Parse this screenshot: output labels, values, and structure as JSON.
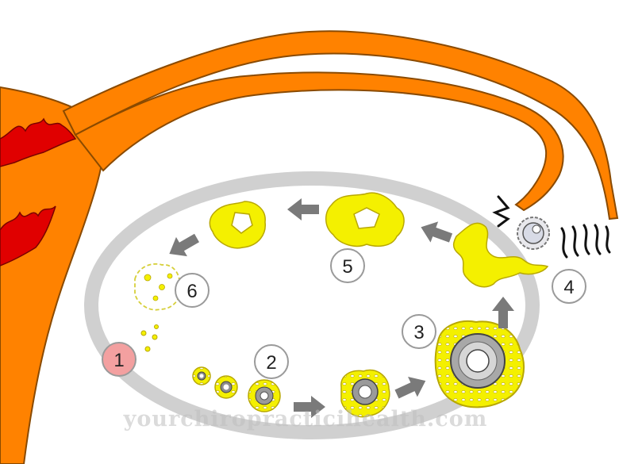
{
  "labels": {
    "stage1": "1",
    "stage2": "2",
    "stage3": "3",
    "stage4": "4",
    "stage5": "5",
    "stage6": "6"
  },
  "watermark": "yourchiropracticihealth.com",
  "colors": {
    "tube_orange": "#ff8200",
    "tube_outline": "#8a4a00",
    "endometrium_red": "#e00000",
    "ovary_ring_gray": "#d0d0d0",
    "follicle_yellow": "#f4f000",
    "follicle_outline": "#b8a800",
    "oocyte_gray": "#8c8c8c",
    "arrow_gray": "#7a7a7a",
    "label_circle_fill": "#ffffff",
    "label_circle_stroke": "#9a9a9a",
    "stage1_circle_fill": "#f3a0a0"
  },
  "icons": {
    "arrow": "gray-arrow-icon",
    "oocyte": "oocyte-icon",
    "fimbriae": "fimbriae-icon"
  }
}
